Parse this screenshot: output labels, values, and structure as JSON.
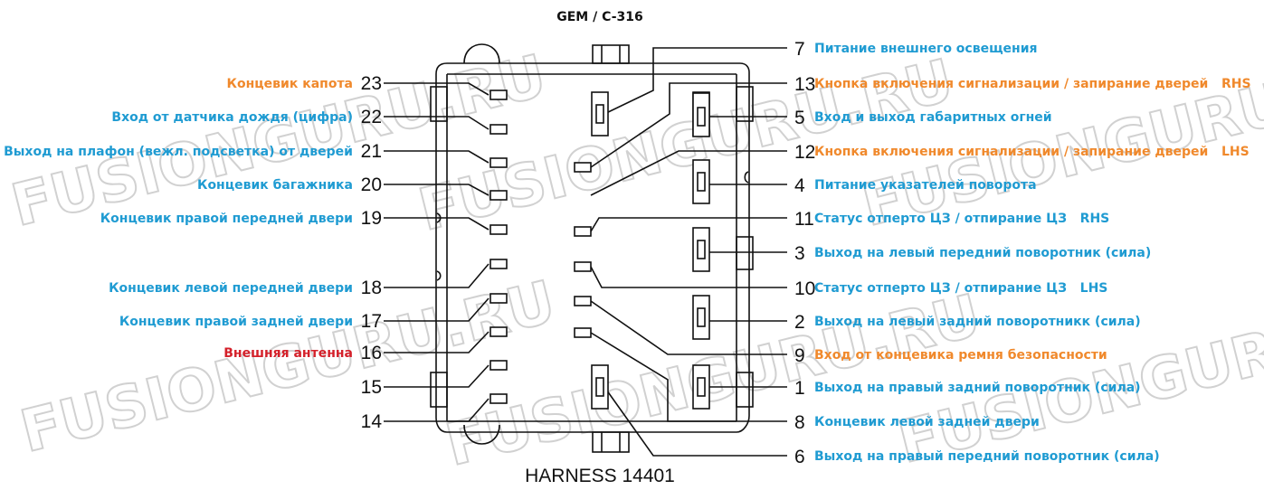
{
  "title": "GEM / C-316",
  "harness": "HARNESS 14401",
  "watermark": "FUSIONGURU.RU",
  "colors": {
    "blue": "#1f9bd2",
    "orange": "#f0892c",
    "red": "#d4202a",
    "line": "#111111"
  },
  "pins_left": [
    {
      "pin": "23",
      "label": "Концевик капота",
      "color": "orange"
    },
    {
      "pin": "22",
      "label": "Вход от датчика дождя (цифра)",
      "color": "blue"
    },
    {
      "pin": "21",
      "label": "Выход на плафон (вежл. подсветка) от дверей",
      "color": "blue"
    },
    {
      "pin": "20",
      "label": "Концевик багажника",
      "color": "blue"
    },
    {
      "pin": "19",
      "label": "Концевик правой передней двери",
      "color": "blue"
    },
    {
      "pin": "18",
      "label": "Концевик левой передней двери",
      "color": "blue"
    },
    {
      "pin": "17",
      "label": "Концевик правой задней двери",
      "color": "blue"
    },
    {
      "pin": "16",
      "label": "Внешняя антенна",
      "color": "red"
    },
    {
      "pin": "15",
      "label": "",
      "color": "blue"
    },
    {
      "pin": "14",
      "label": "",
      "color": "blue"
    }
  ],
  "pins_right": [
    {
      "pin": "7",
      "label": "Питание внешнего освещения",
      "color": "blue"
    },
    {
      "pin": "13",
      "label": "Кнопка включения сигнализации / запирание дверей   RHS",
      "color": "orange"
    },
    {
      "pin": "5",
      "label": "Вход и выход габаритных огней",
      "color": "blue"
    },
    {
      "pin": "12",
      "label": "Кнопка включения сигнализации / запирание дверей   LHS",
      "color": "orange"
    },
    {
      "pin": "4",
      "label": "Питание указателей поворота",
      "color": "blue"
    },
    {
      "pin": "11",
      "label": "Статус отперто ЦЗ / отпирание ЦЗ   RHS",
      "color": "blue"
    },
    {
      "pin": "3",
      "label": "Выход на левый передний поворотник (сила)",
      "color": "blue"
    },
    {
      "pin": "10",
      "label": "Статус отперто ЦЗ / отпирание ЦЗ   LHS",
      "color": "blue"
    },
    {
      "pin": "2",
      "label": "Выход на левый задний поворотникк (сила)",
      "color": "blue"
    },
    {
      "pin": "9",
      "label": "Вход от концевика ремня безопасности",
      "color": "orange"
    },
    {
      "pin": "1",
      "label": "Выход на правый задний поворотник (сила)",
      "color": "blue"
    },
    {
      "pin": "8",
      "label": "Концевик левой задней двери",
      "color": "blue"
    },
    {
      "pin": "6",
      "label": "Выход на правый передний поворотник (сила)",
      "color": "blue"
    }
  ]
}
